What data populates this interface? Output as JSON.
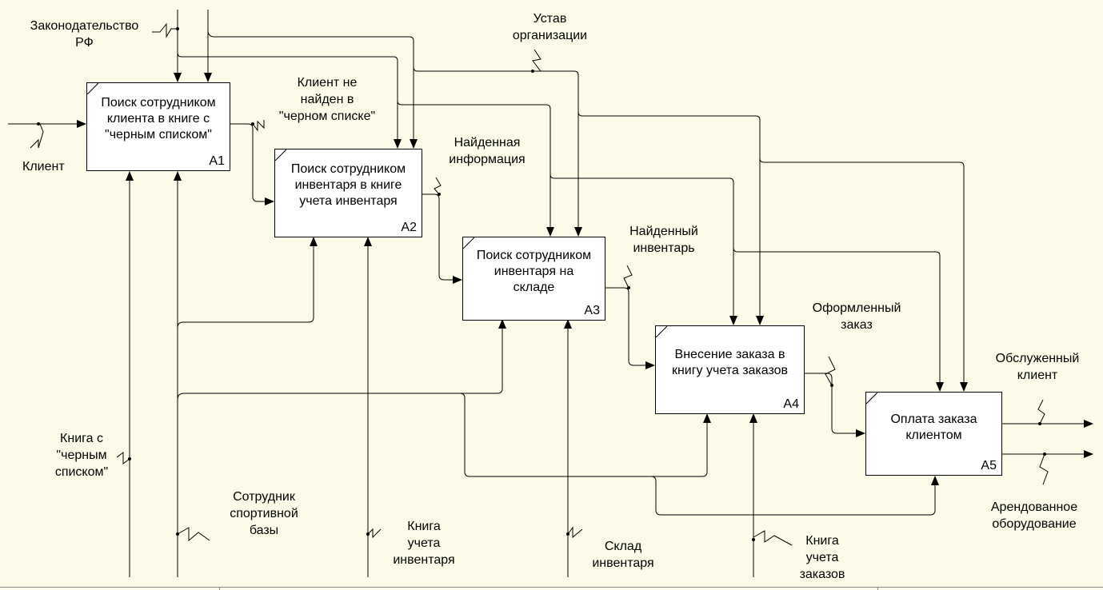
{
  "colors": {
    "background": "#fbfbe8",
    "line": "#000000",
    "box": "#ffffff"
  },
  "boxes": {
    "a1": {
      "title": "Поиск сотрудником\nклиента в книге с\n\"черным списком\"",
      "code": "А1"
    },
    "a2": {
      "title": "Поиск сотрудником\nинвентаря в книге\nучета инвентаря",
      "code": "А2"
    },
    "a3": {
      "title": "Поиск сотрудником\nинвентаря на\nскладе",
      "code": "А3"
    },
    "a4": {
      "title": "Внесение заказа в\nкнигу учета заказов",
      "code": "А4"
    },
    "a5": {
      "title": "Оплата заказа\nклиентом",
      "code": "А5"
    }
  },
  "labels": {
    "law": "Законодательство\nРФ",
    "charter": "Устав\nорганизации",
    "client": "Клиент",
    "client_not_found": "Клиент не\nнайден в\n\"черном списке\"",
    "found_info": "Найденная\nинформация",
    "found_inventory": "Найденный\nинвентарь",
    "order_made": "Оформленный\nзаказ",
    "served_client": "Обслуженный\nклиент",
    "rented_equipment": "Арендованное\nоборудование",
    "blacklist_book": "Книга с\n\"черным\nсписком\"",
    "employee": "Сотрудник\nспортивной\nбазы",
    "inventory_book": "Книга\nучета\nинвентаря",
    "warehouse": "Склад\nинвентаря",
    "orders_book": "Книга\nучета\nзаказов"
  }
}
